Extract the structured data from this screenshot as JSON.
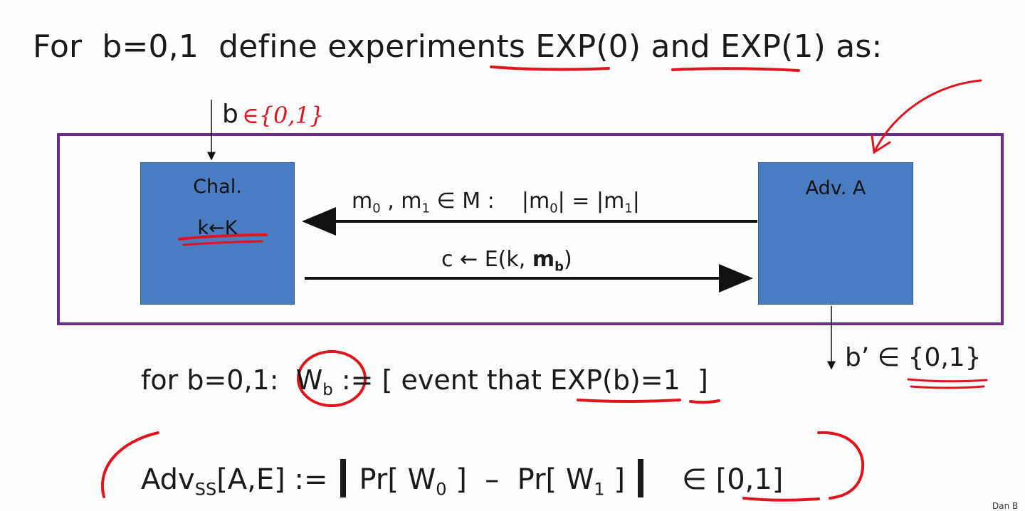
{
  "title": {
    "prefix": "For",
    "bdef": "b=0,1",
    "text": "define experiments",
    "exp0": "EXP(0)",
    "and": "and",
    "exp1": "EXP(1)",
    "as": "as:"
  },
  "input_b": {
    "label": "b",
    "annotation": "∈{0,1}"
  },
  "challenger": {
    "name": "Chal.",
    "key": "k←K"
  },
  "adversary": {
    "name": "Adv. A"
  },
  "messages": {
    "to_chal": {
      "m": "m",
      "sub0": "0",
      "mid": " , m",
      "sub1": "1",
      "rest": " ∈ M :    |m",
      "sub2": "0",
      "eq": "| = |m",
      "sub3": "1",
      "end": "|"
    },
    "to_adv": {
      "pre": "c ← E(k, ",
      "m": "m",
      "sub": "b",
      "end": ")"
    }
  },
  "output": {
    "label": "b’ ∈ {0,1}"
  },
  "event_line": {
    "pre": "for b=0,1:",
    "w": "W",
    "sub": "b",
    "def": " := [ event that ",
    "exp": "EXP(b)=1",
    "end": "  ]"
  },
  "advantage": {
    "adv": "Adv",
    "sub": "SS",
    "args": "[A,E] :=",
    "pr0": "Pr[ W",
    "pr0sub": "0",
    "minus": " ]  –  Pr[ W",
    "pr1sub": "1",
    "close": " ]",
    "range": "∈ [0,1]"
  },
  "credit": "Dan B",
  "colors": {
    "frame": "#6a2a8e",
    "box": "#4a7cc2",
    "ink": "#e0141c"
  }
}
